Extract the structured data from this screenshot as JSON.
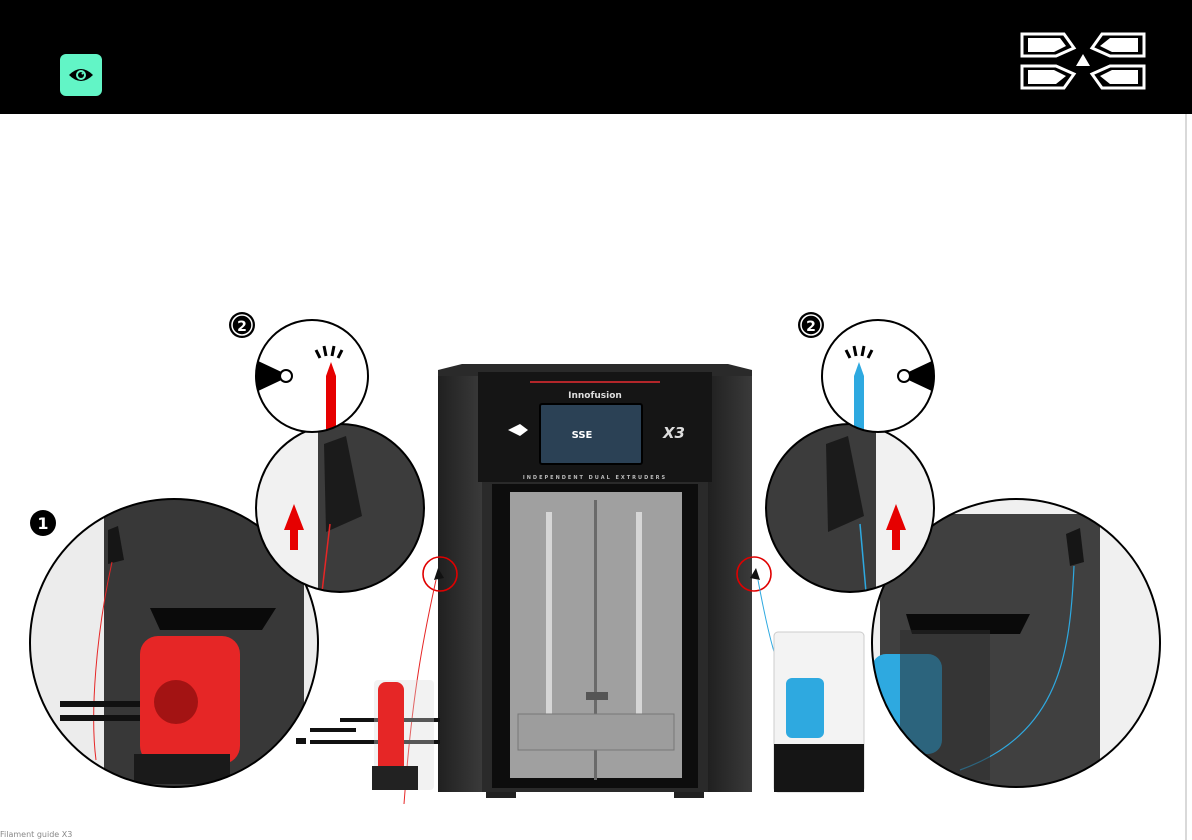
{
  "header": {
    "view_button_icon": "eye-icon",
    "brand_logo_icon": "x-logo-icon",
    "colors": {
      "bar": "#000000",
      "eye_button": "#62f5c6"
    }
  },
  "steps": {
    "step1_icon": "number-one-filled-icon",
    "step2_left_icon": "number-two-circle-icon",
    "step2_right_icon": "number-two-circle-icon"
  },
  "printer": {
    "brand": "Innofusion",
    "screen_text": "SSE",
    "model_badge": "X3",
    "strip_text": "INDEPENDENT DUAL EXTRUDERS"
  },
  "filament": {
    "left_color": "#e62626",
    "right_color": "#2ea9e0",
    "arrow_color": "#e60000"
  },
  "footnote": "Filament guide X3"
}
